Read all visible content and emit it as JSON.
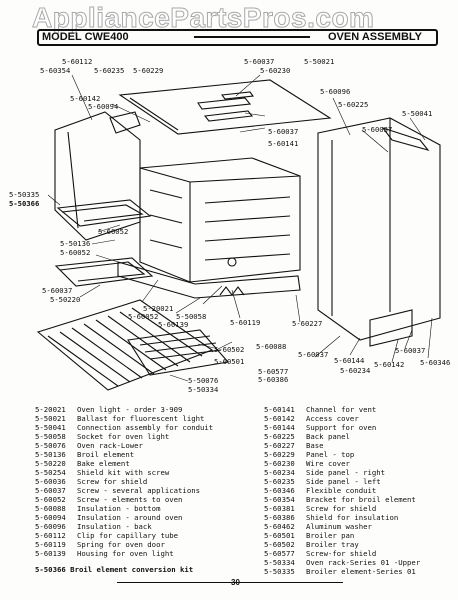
{
  "watermark": "AppliancePartsPros.com",
  "header": {
    "model": "MODEL CWE400",
    "section": "OVEN ASSEMBLY"
  },
  "callouts": [
    "5-60112",
    "5-60354",
    "5-60235",
    "5-60229",
    "5-60037",
    "5-60230",
    "5-50021",
    "5-60142",
    "5-60094",
    "5-60096",
    "5-60225",
    "5-50041",
    "5-60037",
    "5-60037",
    "5-60141",
    "5-50335",
    "5-50366",
    "5-60052",
    "5-50136",
    "5-60052",
    "5-60037",
    "5-50220",
    "5-20021",
    "5-50058",
    "5-60052",
    "5-60139",
    "5-60119",
    "5-60227",
    "5-60088",
    "5-60037",
    "5-60144",
    "5-60142",
    "5-60037",
    "5-60346",
    "5-60234",
    "5-60502",
    "5-60501",
    "5-60577",
    "5-60386",
    "5-50076",
    "5-50334"
  ],
  "legend_left": [
    {
      "num": "5-20021",
      "desc": "Oven light - order 3-909"
    },
    {
      "num": "5-50021",
      "desc": "Ballast for fluorescent light"
    },
    {
      "num": "5-50041",
      "desc": "Connection assembly for conduit"
    },
    {
      "num": "5-50058",
      "desc": "Socket for oven light"
    },
    {
      "num": "5-50076",
      "desc": "Oven rack-Lower"
    },
    {
      "num": "5-50136",
      "desc": "Broil element"
    },
    {
      "num": "5-50220",
      "desc": "Bake element"
    },
    {
      "num": "5-50254",
      "desc": "Shield kit with screw"
    },
    {
      "num": "5-60036",
      "desc": "Screw for shield"
    },
    {
      "num": "5-60037",
      "desc": "Screw - several applications"
    },
    {
      "num": "5-60052",
      "desc": "Screw - elements to oven"
    },
    {
      "num": "5-60088",
      "desc": "Insulation - bottom"
    },
    {
      "num": "5-60094",
      "desc": "Insulation - around oven"
    },
    {
      "num": "5-60096",
      "desc": "Insulation - back"
    },
    {
      "num": "5-60112",
      "desc": "Clip for capillary tube"
    },
    {
      "num": "5-60119",
      "desc": "Spring for oven door"
    },
    {
      "num": "5-60139",
      "desc": "Housing for oven light"
    }
  ],
  "legend_right": [
    {
      "num": "5-60141",
      "desc": "Channel for vent"
    },
    {
      "num": "5-60142",
      "desc": "Access cover"
    },
    {
      "num": "5-60144",
      "desc": "Support for oven"
    },
    {
      "num": "5-60225",
      "desc": "Back panel"
    },
    {
      "num": "5-60227",
      "desc": "Base"
    },
    {
      "num": "5-60229",
      "desc": "Panel - top"
    },
    {
      "num": "5-60230",
      "desc": "Wire cover"
    },
    {
      "num": "5-60234",
      "desc": "Side panel - right"
    },
    {
      "num": "5-60235",
      "desc": "Side panel - left"
    },
    {
      "num": "5-60346",
      "desc": "Flexible conduit"
    },
    {
      "num": "5-60354",
      "desc": "Bracket for broil element"
    },
    {
      "num": "5-60381",
      "desc": "Screw for shield"
    },
    {
      "num": "5-60386",
      "desc": "Shield for insulation"
    },
    {
      "num": "5-60462",
      "desc": "Aluminum washer"
    },
    {
      "num": "5-60501",
      "desc": "Broiler pan"
    },
    {
      "num": "5-60502",
      "desc": "Broiler tray"
    },
    {
      "num": "5-60577",
      "desc": "Screw-for shield"
    },
    {
      "num": "5-50334",
      "desc": "Oven rack-Series 01 -Upper"
    },
    {
      "num": "5-50335",
      "desc": "Broiler element-Series 01"
    }
  ],
  "legend_footer": {
    "num": "5-50366",
    "desc": "Broil element conversion kit"
  },
  "page_number": "30"
}
